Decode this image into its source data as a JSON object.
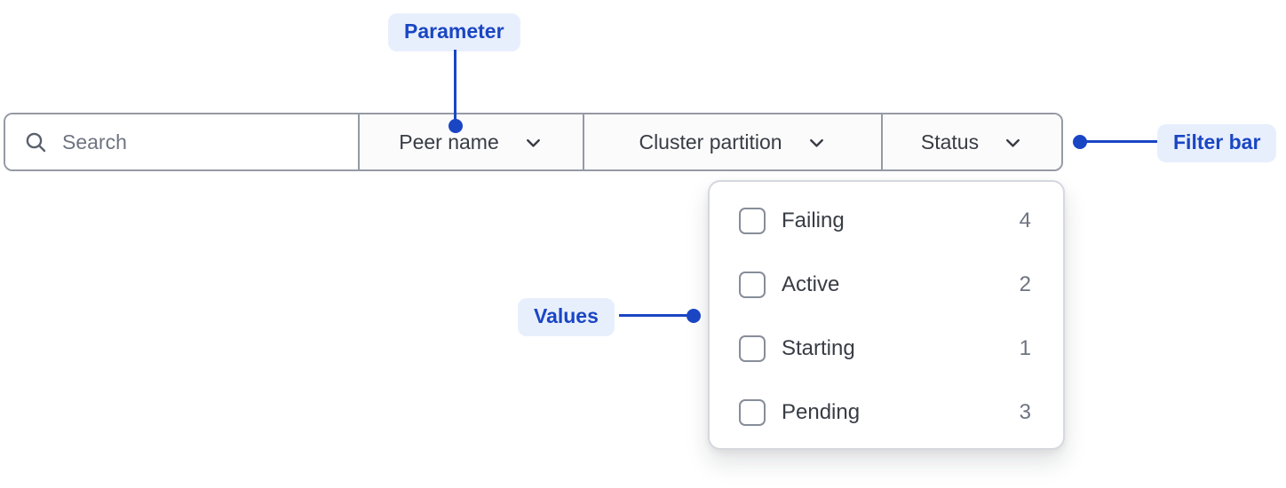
{
  "colors": {
    "annotation_blue": "#1A46C4",
    "annotation_badge_bg": "#E8EFFC",
    "bar_border": "#959AA4",
    "text_dark": "#383C44",
    "text_muted": "#6E7480",
    "panel_border": "#D5D8DE"
  },
  "icons": {
    "search": "magnifying-glass",
    "dropdown": "chevron-down"
  },
  "annotations": {
    "parameter": {
      "label": "Parameter"
    },
    "filter_bar": {
      "label": "Filter bar"
    },
    "values": {
      "label": "Values"
    }
  },
  "filter_bar": {
    "search": {
      "placeholder": "Search",
      "value": ""
    },
    "dropdowns": [
      {
        "label": "Peer name"
      },
      {
        "label": "Cluster partition"
      },
      {
        "label": "Status"
      }
    ]
  },
  "status_dropdown": {
    "options": [
      {
        "label": "Failing",
        "count": "4",
        "checked": false
      },
      {
        "label": "Active",
        "count": "2",
        "checked": false
      },
      {
        "label": "Starting",
        "count": "1",
        "checked": false
      },
      {
        "label": "Pending",
        "count": "3",
        "checked": false
      }
    ]
  }
}
